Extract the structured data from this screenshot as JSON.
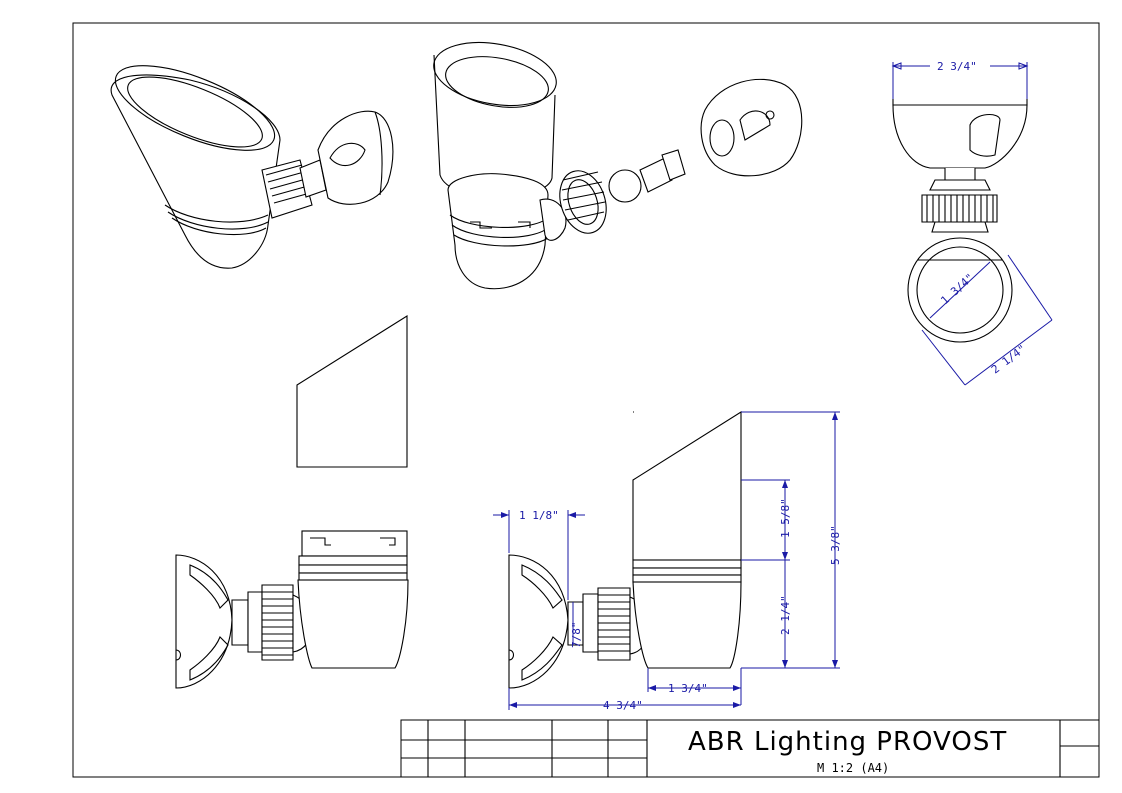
{
  "drawing": {
    "title": "ABR Lighting PROVOST",
    "scale": "M 1:2 (A4)"
  },
  "dimensions": {
    "top_width": "2 3/4\"",
    "inner_diameter": "1 3/4\"",
    "outer_diameter": "2 1/4\"",
    "mount_depth": "1 1/8\"",
    "stem": "7/8\"",
    "shade_height": "1 5/8\"",
    "body_height": "2 1/4\"",
    "total_height": "5 3/8\"",
    "base_width": "1 3/4\"",
    "total_length": "4 3/4\""
  },
  "colors": {
    "line": "#000000",
    "dimension": "#1a1aa6",
    "background": "#ffffff"
  }
}
